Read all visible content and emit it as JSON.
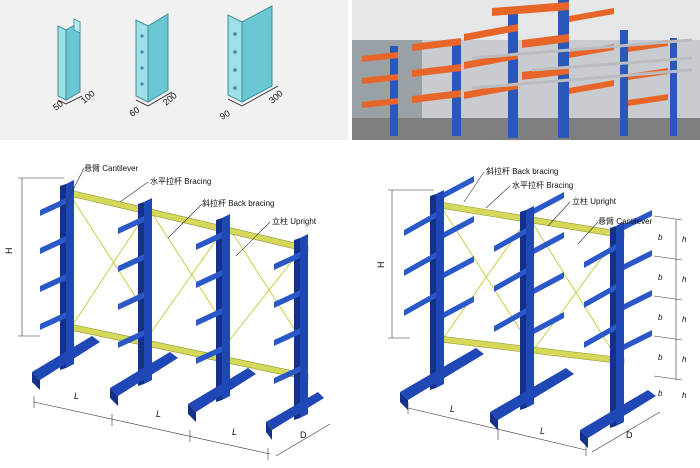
{
  "profiles": [
    {
      "depth": "50",
      "width": "100"
    },
    {
      "depth": "60",
      "width": "200"
    },
    {
      "depth": "90",
      "width": "300"
    }
  ],
  "single_sided": {
    "labels": {
      "cantilever": "悬臂 Cantilever",
      "bracing": "水平拉杆 Bracing",
      "back_bracing": "斜拉杆 Back bracing",
      "upright": "立柱 Upright"
    },
    "dim_h": "H",
    "dim_l": [
      "L",
      "L",
      "L"
    ],
    "dim_d": "D"
  },
  "double_sided": {
    "labels": {
      "back_bracing": "斜拉杆 Back bracing",
      "bracing": "水平拉杆 Bracing",
      "upright": "立柱 Upright",
      "cantilever": "悬臂 Cantilever"
    },
    "dim_h": "H",
    "dim_l": [
      "L",
      "L"
    ],
    "dim_d": "D",
    "dim_b": [
      "b",
      "b",
      "b",
      "b",
      "b"
    ],
    "dim_h_small": [
      "h",
      "h",
      "h",
      "h",
      "h"
    ]
  },
  "colors": {
    "rack_blue": "#1f48b6",
    "rack_blue_dark": "#13308a",
    "bracing_yellow": "#c9cc4a",
    "profile_teal": "#6cc7d4",
    "cantilever_orange": "#e8652a"
  }
}
